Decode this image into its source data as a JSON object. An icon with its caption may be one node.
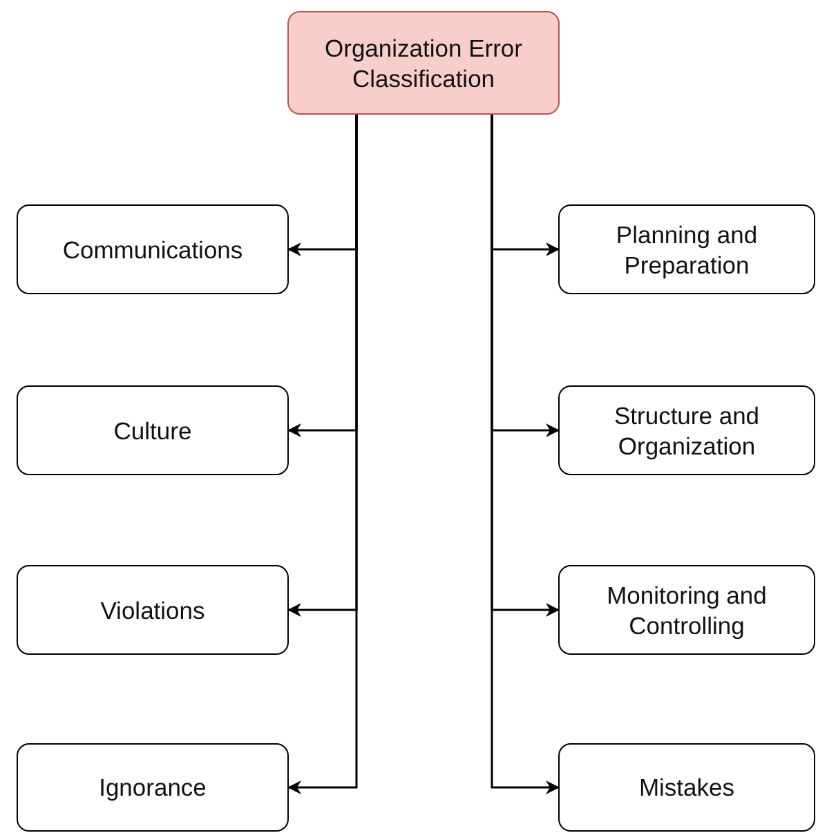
{
  "diagram": {
    "nodes": [
      {
        "text": [
          "Organization Error Classification"
        ]
      },
      {
        "text": [
          "Communications"
        ]
      },
      {
        "text": [
          "Planning and Preparation"
        ]
      },
      {
        "text": [
          "Culture"
        ]
      },
      {
        "text": [
          "Structure and Organization"
        ]
      },
      {
        "text": [
          "Violations"
        ]
      },
      {
        "text": [
          "Monitoring and Controlling"
        ]
      },
      {
        "text": [
          "Ignorance"
        ]
      },
      {
        "text": [
          "Mistakes"
        ]
      }
    ],
    "edges": [
      {
        "from": 0,
        "to": 1,
        "arrow": "to"
      },
      {
        "from": 0,
        "to": 2,
        "arrow": "to"
      },
      {
        "from": 0,
        "to": 3,
        "arrow": "to"
      },
      {
        "from": 0,
        "to": 4,
        "arrow": "to"
      },
      {
        "from": 0,
        "to": 5,
        "arrow": "to"
      },
      {
        "from": 0,
        "to": 6,
        "arrow": "to"
      },
      {
        "from": 0,
        "to": 7,
        "arrow": "to"
      },
      {
        "from": 0,
        "to": 8,
        "arrow": "to"
      }
    ]
  }
}
